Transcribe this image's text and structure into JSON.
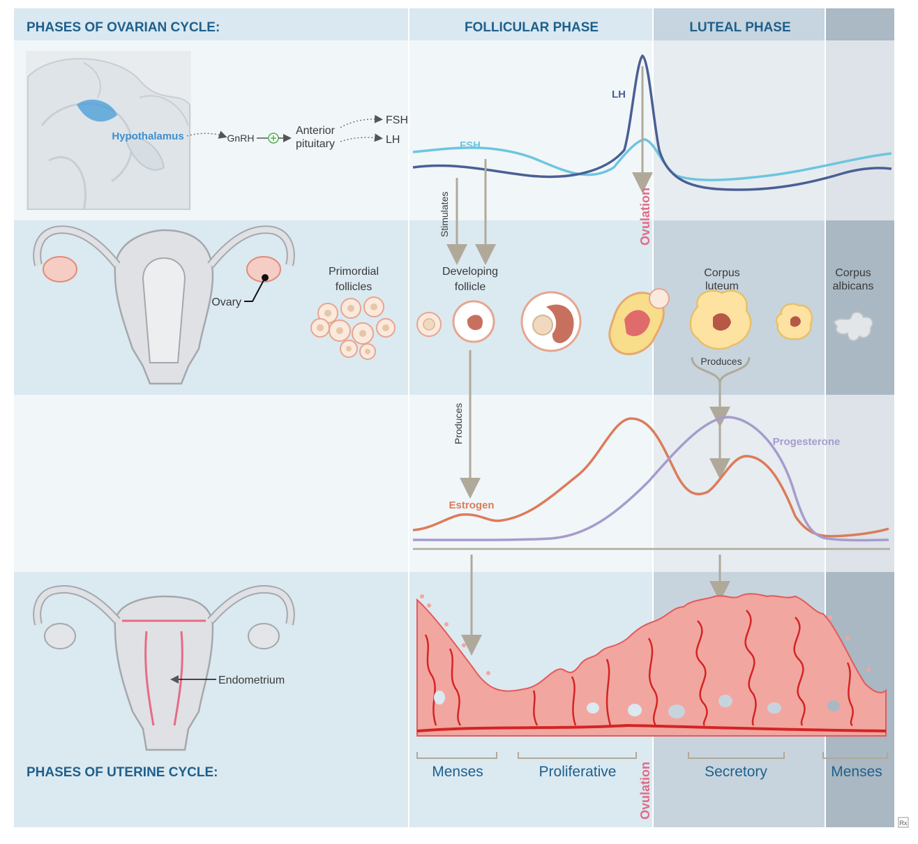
{
  "headers": {
    "ovarian_cycle": "PHASES OF OVARIAN CYCLE:",
    "follicular": "FOLLICULAR PHASE",
    "luteal": "LUTEAL PHASE",
    "uterine_cycle": "PHASES OF UTERINE CYCLE:"
  },
  "hormone_axis": {
    "hypothalamus": "Hypothalamus",
    "gnrh": "GnRH",
    "anterior_1": "Anterior",
    "anterior_2": "pituitary",
    "fsh": "FSH",
    "lh": "LH"
  },
  "curve_labels": {
    "lh": "LH",
    "fsh": "FSH",
    "estrogen": "Estrogen",
    "progesterone": "Progesterone"
  },
  "arrows": {
    "stimulates": "Stimulates",
    "produces_follicle": "Produces",
    "produces_corpus": "Produces"
  },
  "ovulation": "Ovulation",
  "ovary": {
    "ovary_label": "Ovary",
    "primordial_1": "Primordial",
    "primordial_2": "follicles",
    "developing_1": "Developing",
    "developing_2": "follicle",
    "corpus_luteum_1": "Corpus",
    "corpus_luteum_2": "luteum",
    "corpus_albicans_1": "Corpus",
    "corpus_albicans_2": "albicans"
  },
  "uterus": {
    "endometrium": "Endometrium"
  },
  "uterine_phases": [
    "Menses",
    "Proliferative",
    "Secretory",
    "Menses"
  ],
  "logo": "Rx",
  "colors": {
    "lh": "#4a5f94",
    "fsh": "#6cc5df",
    "estrogen": "#dc7b59",
    "progesterone": "#a59ccc",
    "ovulation": "#e06b85",
    "header_text": "#1f5f8b",
    "arrow": "#b0a99a"
  }
}
